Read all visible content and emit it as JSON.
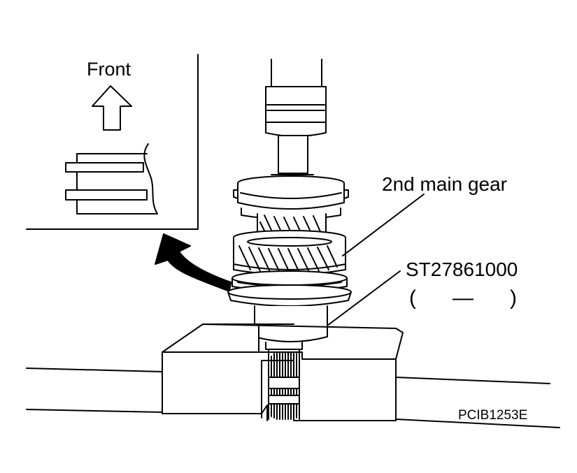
{
  "inset": {
    "direction_label": "Front"
  },
  "callouts": {
    "gear": "2nd main gear",
    "tool_number": "ST27861000",
    "tool_paren_open": "(",
    "tool_dash": "—",
    "tool_paren_close": ")"
  },
  "figure_code": "PCIB1253E",
  "colors": {
    "line": "#000000",
    "background": "#ffffff"
  }
}
